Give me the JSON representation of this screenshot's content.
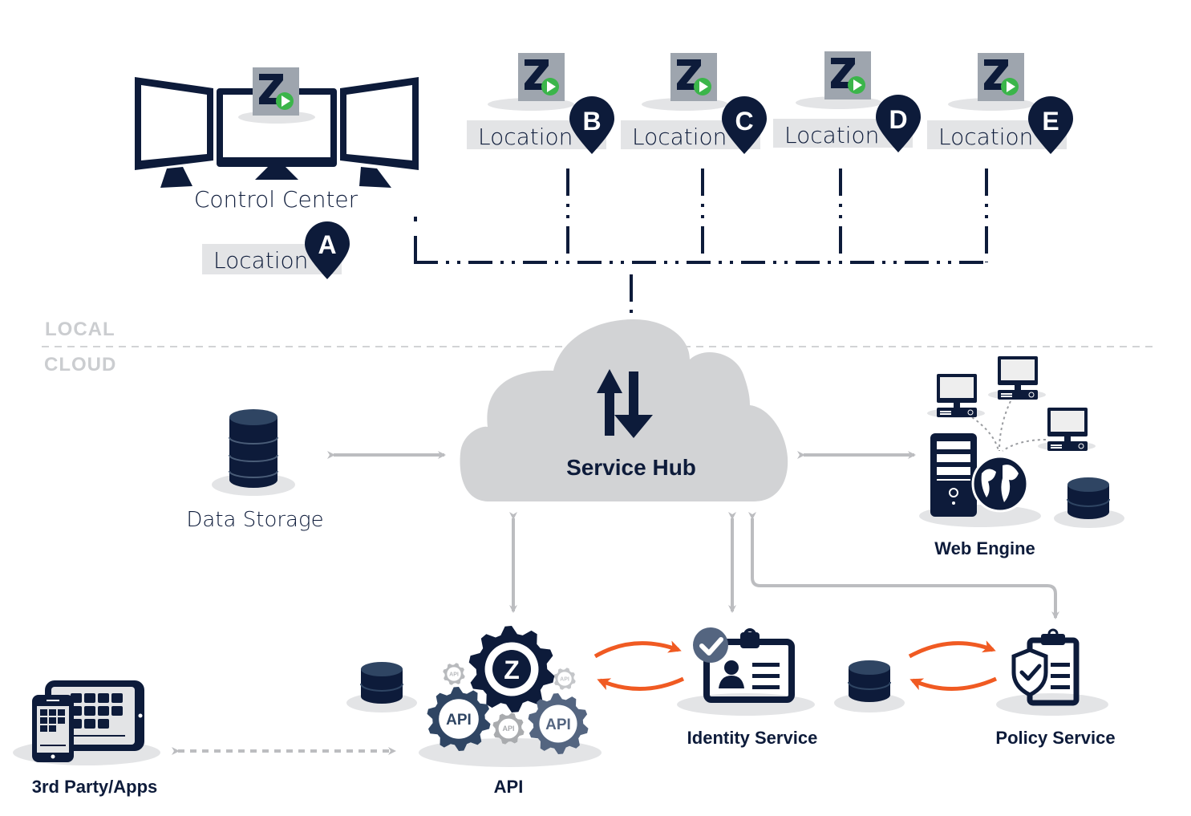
{
  "colors": {
    "navy": "#0d1b3a",
    "slate": "#546580",
    "cloud_gray": "#d2d3d5",
    "shadow_gray": "#e3e4e6",
    "arrow_gray": "#bcbdc0",
    "orange": "#f05a22",
    "green": "#3bb54a",
    "tile_gray": "#9ea5ae",
    "zone_text": "#cbcdd0"
  },
  "zones": {
    "top": "LOCAL",
    "bottom": "CLOUD"
  },
  "control_center": {
    "label": "Control Center",
    "app_icon": "z-play-icon"
  },
  "locations": [
    {
      "label": "Location",
      "letter": "A"
    },
    {
      "label": "Location",
      "letter": "B"
    },
    {
      "label": "Location",
      "letter": "C"
    },
    {
      "label": "Location",
      "letter": "D"
    },
    {
      "label": "Location",
      "letter": "E"
    }
  ],
  "service_hub": {
    "label": "Service Hub",
    "icon": "up-down-arrows-icon"
  },
  "data_storage": {
    "label": "Data Storage"
  },
  "web_engine": {
    "label": "Web Engine"
  },
  "api": {
    "label": "API",
    "gear_label": "API",
    "main_gear_letter": "Z"
  },
  "identity_service": {
    "label": "Identity Service"
  },
  "policy_service": {
    "label": "Policy Service"
  },
  "third_party": {
    "label": "3rd Party/Apps"
  }
}
